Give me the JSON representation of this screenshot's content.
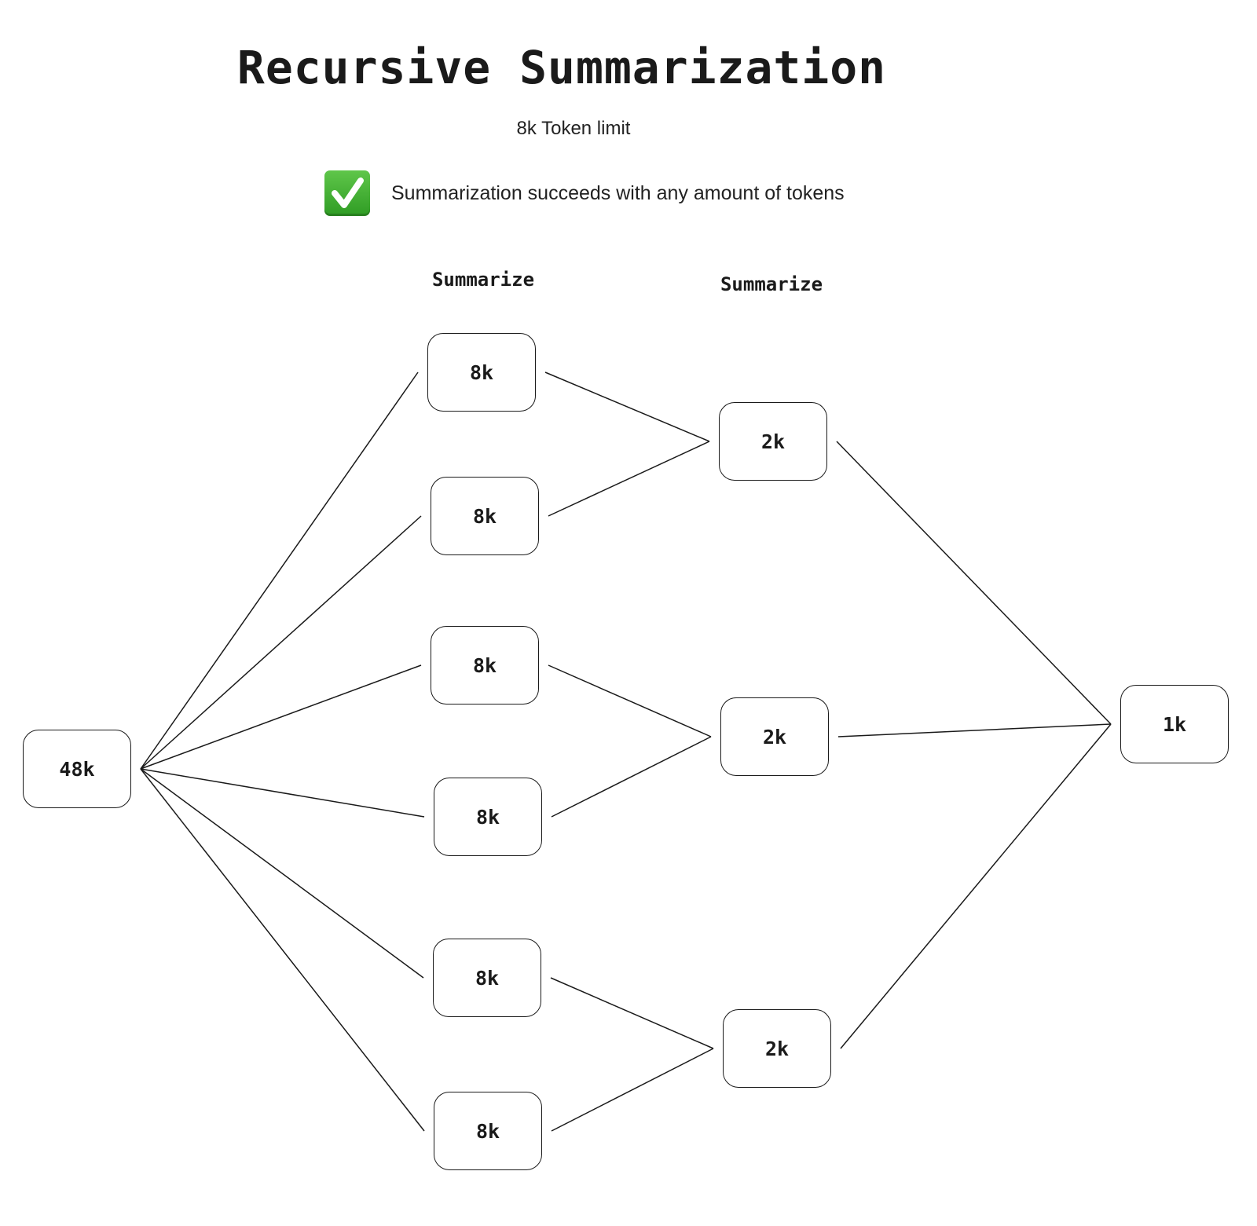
{
  "header": {
    "title": "Recursive Summarization",
    "subtitle": "8k Token limit",
    "status_text": "Summarization succeeds with any amount of tokens",
    "status_icon": "check-mark-button-icon",
    "status_icon_color": "#3aa92d"
  },
  "stages": {
    "first": "Summarize",
    "second": "Summarize"
  },
  "nodes": {
    "root": "48k",
    "level1": [
      "8k",
      "8k",
      "8k",
      "8k",
      "8k",
      "8k"
    ],
    "level2": [
      "2k",
      "2k",
      "2k"
    ],
    "final": "1k"
  },
  "edges": [
    [
      "root",
      "a1"
    ],
    [
      "root",
      "a2"
    ],
    [
      "root",
      "a3"
    ],
    [
      "root",
      "a4"
    ],
    [
      "root",
      "a5"
    ],
    [
      "root",
      "a6"
    ],
    [
      "a1",
      "b1"
    ],
    [
      "a2",
      "b1"
    ],
    [
      "a3",
      "b2"
    ],
    [
      "a4",
      "b2"
    ],
    [
      "a5",
      "b3"
    ],
    [
      "a6",
      "b3"
    ],
    [
      "b1",
      "final"
    ],
    [
      "b2",
      "final"
    ],
    [
      "b3",
      "final"
    ]
  ]
}
